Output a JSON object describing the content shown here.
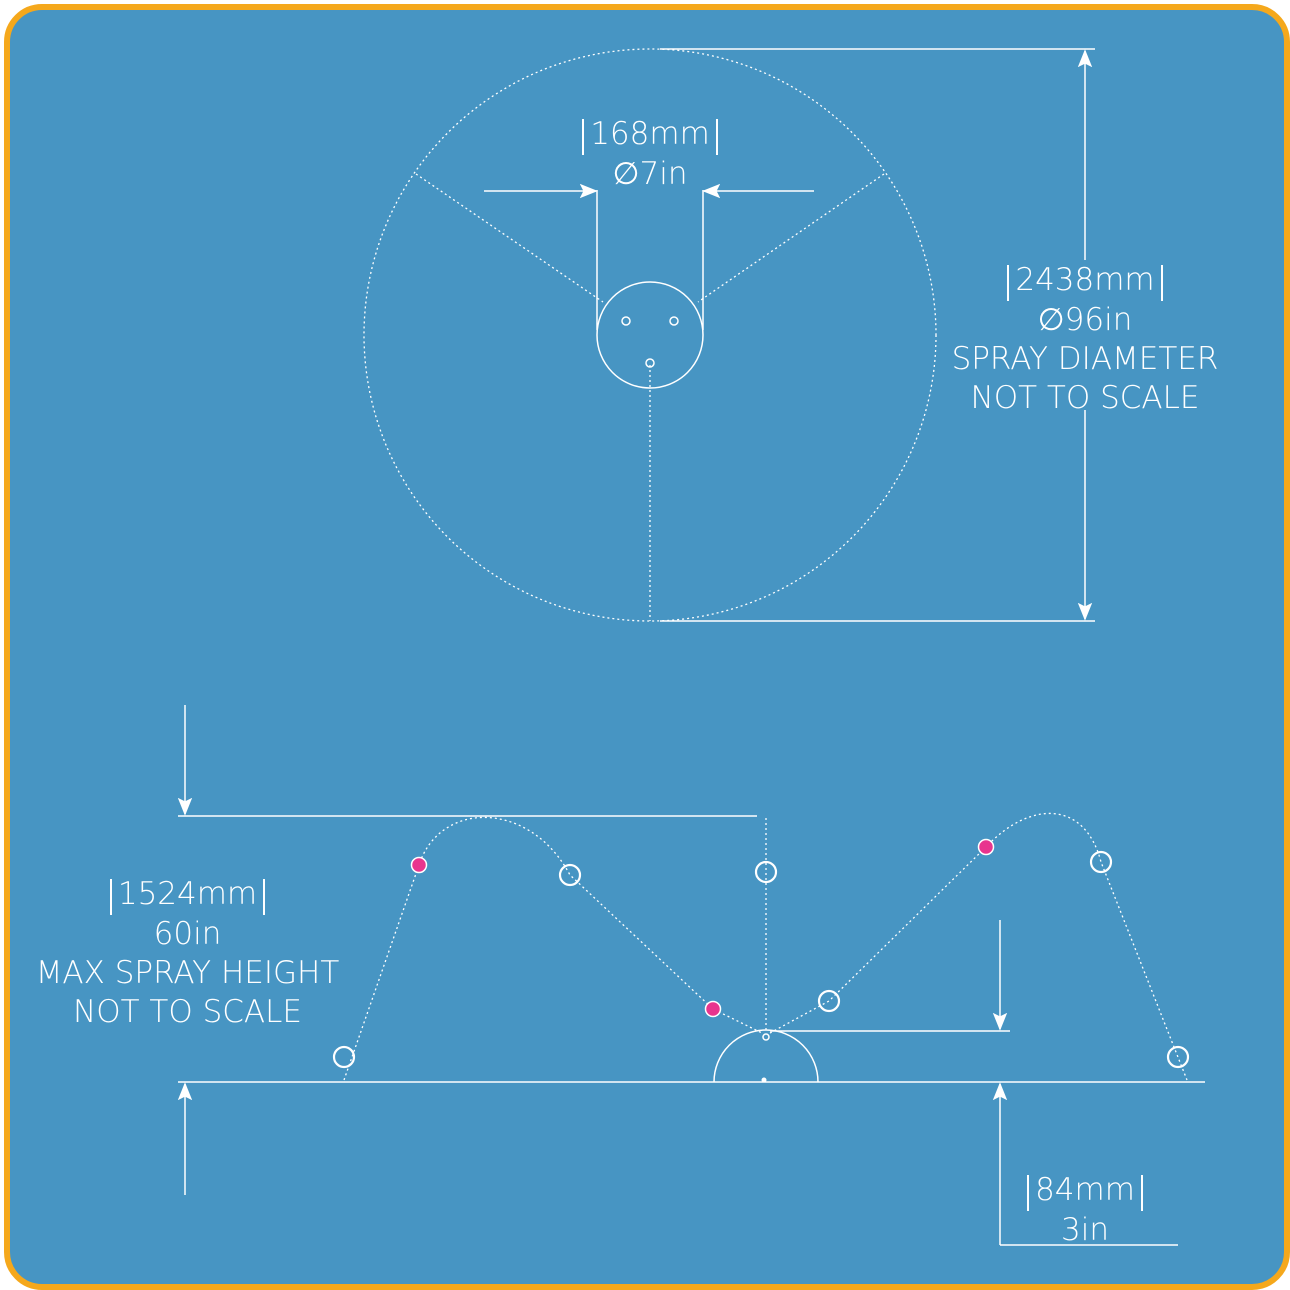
{
  "top_view": {
    "nozzle_dim_mm": "168mm",
    "nozzle_dim_in": "7in",
    "spray_dim_mm": "2438mm",
    "spray_dim_in": "96in",
    "spray_label": "SPRAY DIAMETER",
    "spray_note": "NOT TO SCALE",
    "diameter_symbol": "∅"
  },
  "side_view": {
    "height_mm": "1524mm",
    "height_in": "60in",
    "height_label": "MAX SPRAY HEIGHT",
    "height_note": "NOT TO SCALE",
    "base_mm": "84mm",
    "base_in": "3in"
  },
  "colors": {
    "background": "#4795c3",
    "border": "#f5a81c",
    "line": "#ffffff",
    "highlight_dot": "#e8358e"
  }
}
